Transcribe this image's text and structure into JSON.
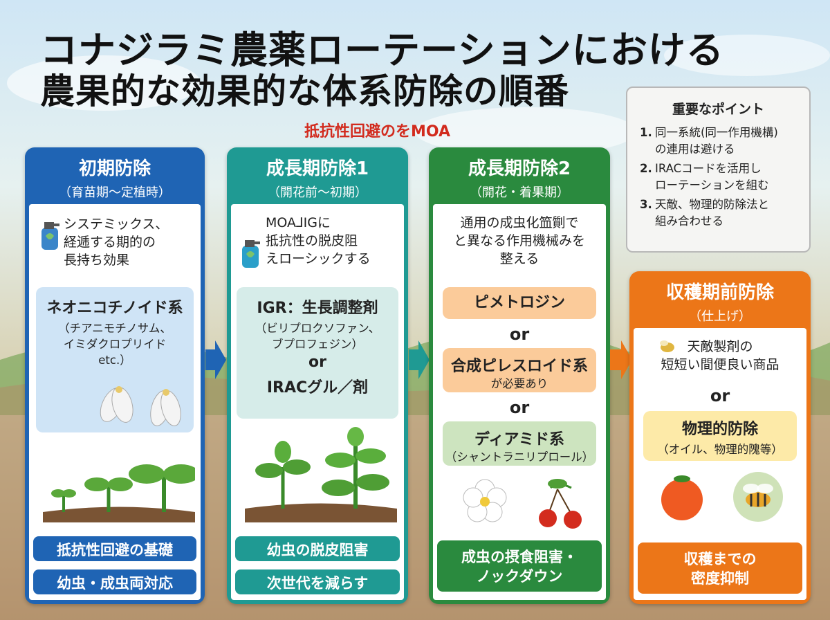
{
  "title": {
    "line1": "コナジラミ農薬ローテーションにおける",
    "line2": "農果的な効果的な体系防除の順番"
  },
  "subtitle": "抵抗性回避のをMOA",
  "key_points": {
    "heading": "重要なポイント",
    "items": [
      {
        "num": "1.",
        "text": "同一系統(同一作用機構)\nの連用は避ける"
      },
      {
        "num": "2.",
        "text": "IRACコードを活用し\nローテーションを組む"
      },
      {
        "num": "3.",
        "text": "天敵、物理的防除法と\n組み合わせる"
      }
    ]
  },
  "stages": [
    {
      "heading": "初期防除",
      "period": "（育苗期〜定植時）",
      "description": "システミックス、\n経逓する期的の\n長持ち効果",
      "pesticide": {
        "main": "ネオニコチノイド系",
        "sub": "（チアニモチノサム、\nイミダクロプリイド\netc.）"
      },
      "tags": [
        "抵抗性回避の基礎",
        "幼虫・成虫両対応"
      ]
    },
    {
      "heading": "成長期防除1",
      "period": "（開花前〜初期）",
      "description": "MOA⅃IGに\n抵抗性の脱皮阻\nえローシックする",
      "pesticide": {
        "main": "IGR：生長調整剤",
        "sub": "（ビリプロクソファン、\nブプロフェジン）"
      },
      "or": "or",
      "alt": "IRACグル／剤",
      "tags": [
        "幼虫の脱皮阻害",
        "次世代を減らす"
      ]
    },
    {
      "heading": "成長期防除2",
      "period": "（開花・着果期）",
      "description": "通用の成虫化笽劕で\nと異なる作用機械みを\n整える",
      "options": [
        {
          "main": "ピメトロジン",
          "sub": ""
        },
        {
          "main": "合成ピレスロイド系",
          "sub": "が必要あり"
        },
        {
          "main": "ディアミド系",
          "sub": "（シャントラニリプロール）"
        }
      ],
      "or": "or",
      "tags": [
        "成虫の摂食阻害・\nノックダウン"
      ]
    },
    {
      "heading": "収穫期前防除",
      "period": "（仕上げ）",
      "description": "天敵製剤の\n短短い間便良い商品",
      "or": "or",
      "pesticide": {
        "main": "物理的防除",
        "sub": "（オイル、物理的隗等）"
      },
      "tags": [
        "収穫までの\n密度抑制"
      ]
    }
  ],
  "colors": {
    "stage1": "#1f64b4",
    "stage2": "#1f9a93",
    "stage3": "#2a8a3e",
    "stage4": "#ec7618"
  }
}
